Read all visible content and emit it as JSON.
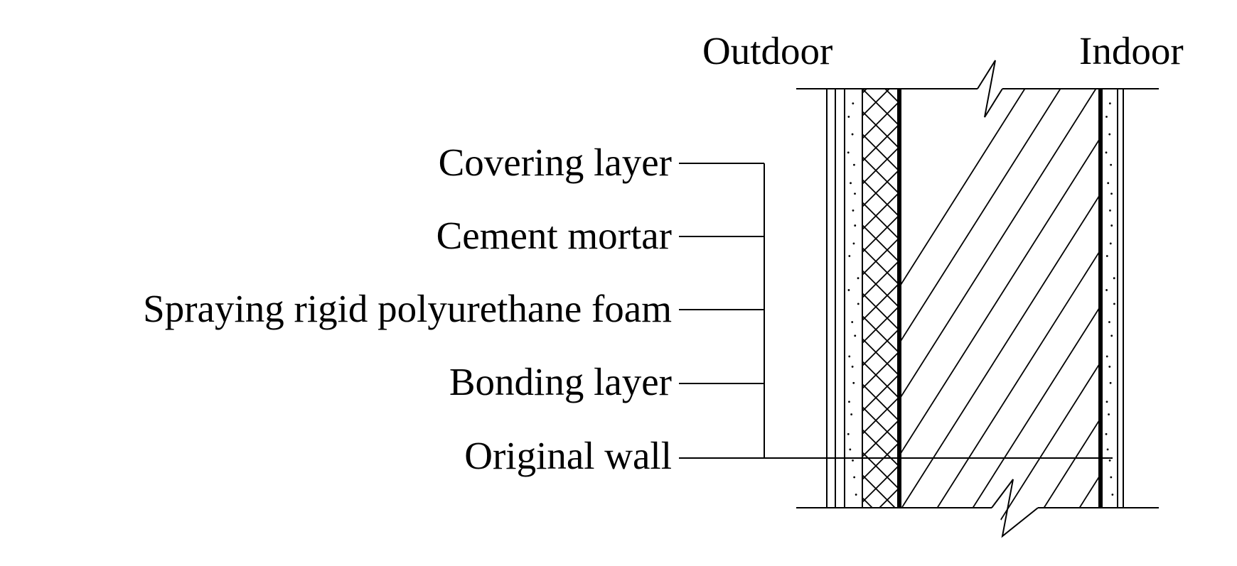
{
  "figure": {
    "side_labels": {
      "outdoor": "Outdoor",
      "indoor": "Indoor"
    },
    "layers": [
      {
        "id": "covering-layer",
        "label": "Covering layer"
      },
      {
        "id": "cement-mortar",
        "label": "Cement mortar"
      },
      {
        "id": "spraying-rigid-polyurethane-foam",
        "label": "Spraying rigid polyurethane foam"
      },
      {
        "id": "bonding-layer",
        "label": "Bonding layer"
      },
      {
        "id": "original-wall",
        "label": "Original wall"
      }
    ],
    "line_color": "#000000",
    "background_color": "#ffffff"
  }
}
